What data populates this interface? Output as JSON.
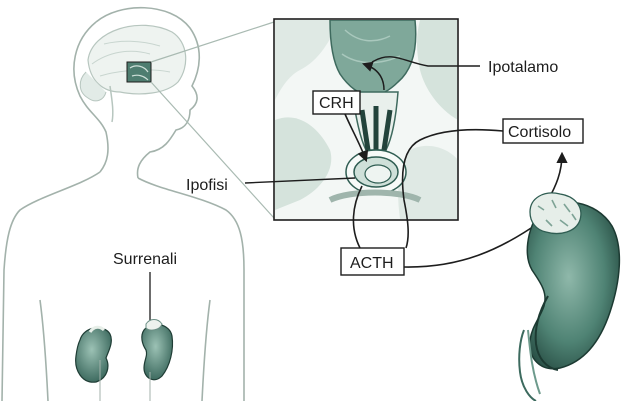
{
  "labels": {
    "ipotalamo": "Ipotalamo",
    "cortisolo": "Cortisolo",
    "crh": "CRH",
    "ipofisi": "Ipofisi",
    "acth": "ACTH",
    "surrenali": "Surrenali"
  },
  "colors": {
    "outline": "#9aa9a2",
    "ink": "#1d1d1d",
    "organ": "#5d8f80",
    "organ_dark": "#2f5d52",
    "organ_light": "#b9d2c8",
    "pale": "#e4ece8"
  }
}
